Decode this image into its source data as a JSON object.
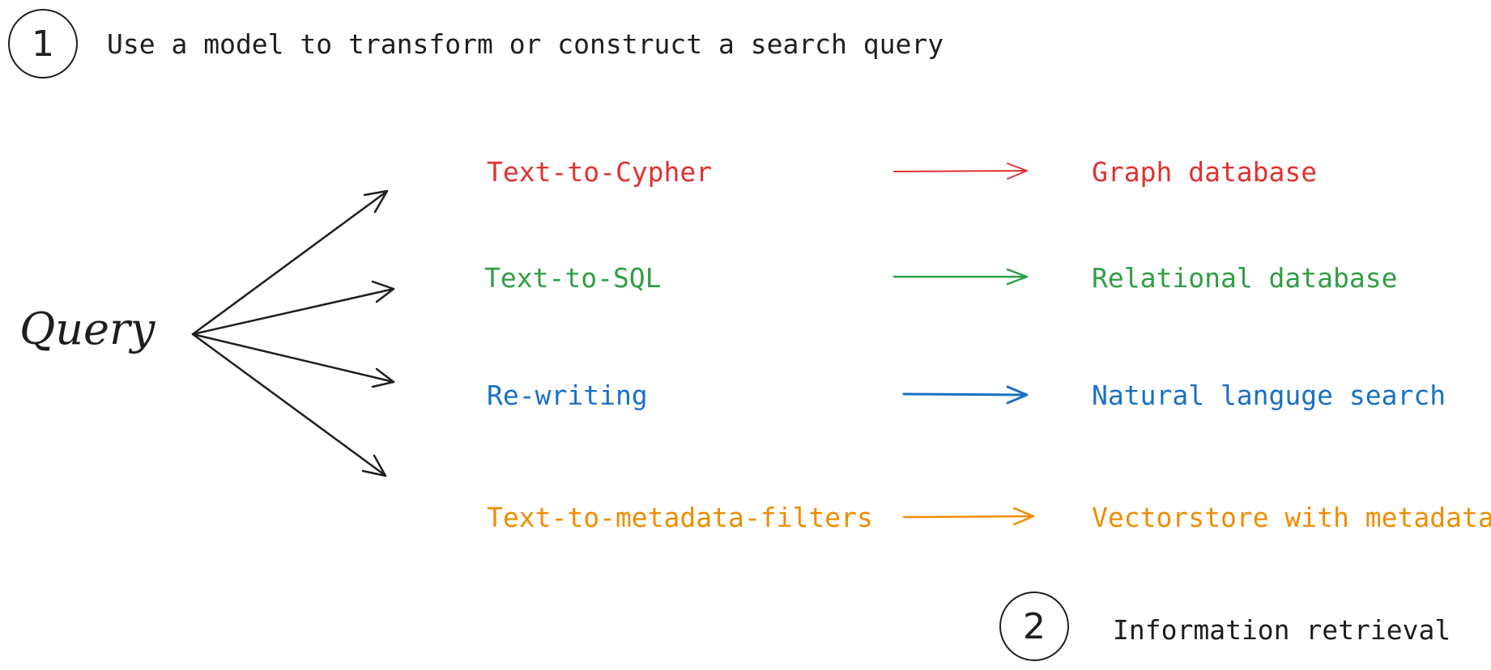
{
  "steps": [
    {
      "number": "1",
      "text": "Use a model to transform or construct a search query"
    },
    {
      "number": "2",
      "text": "Information retrieval"
    }
  ],
  "query": "Query",
  "colors": {
    "ink": "#1e1e1e",
    "red": "#e03131",
    "green": "#2f9e44",
    "blue": "#1971c2",
    "orange": "#f08c00"
  },
  "rows": [
    {
      "method": "Text-to-Cypher",
      "target": "Graph database",
      "color": "#e03131"
    },
    {
      "method": "Text-to-SQL",
      "target": "Relational database",
      "color": "#2f9e44"
    },
    {
      "method": "Re-writing",
      "target": "Natural languge search",
      "color": "#1971c2"
    },
    {
      "method": "Text-to-metadata-filters",
      "target": "Vectorstore with metadata",
      "color": "#f08c00"
    }
  ]
}
